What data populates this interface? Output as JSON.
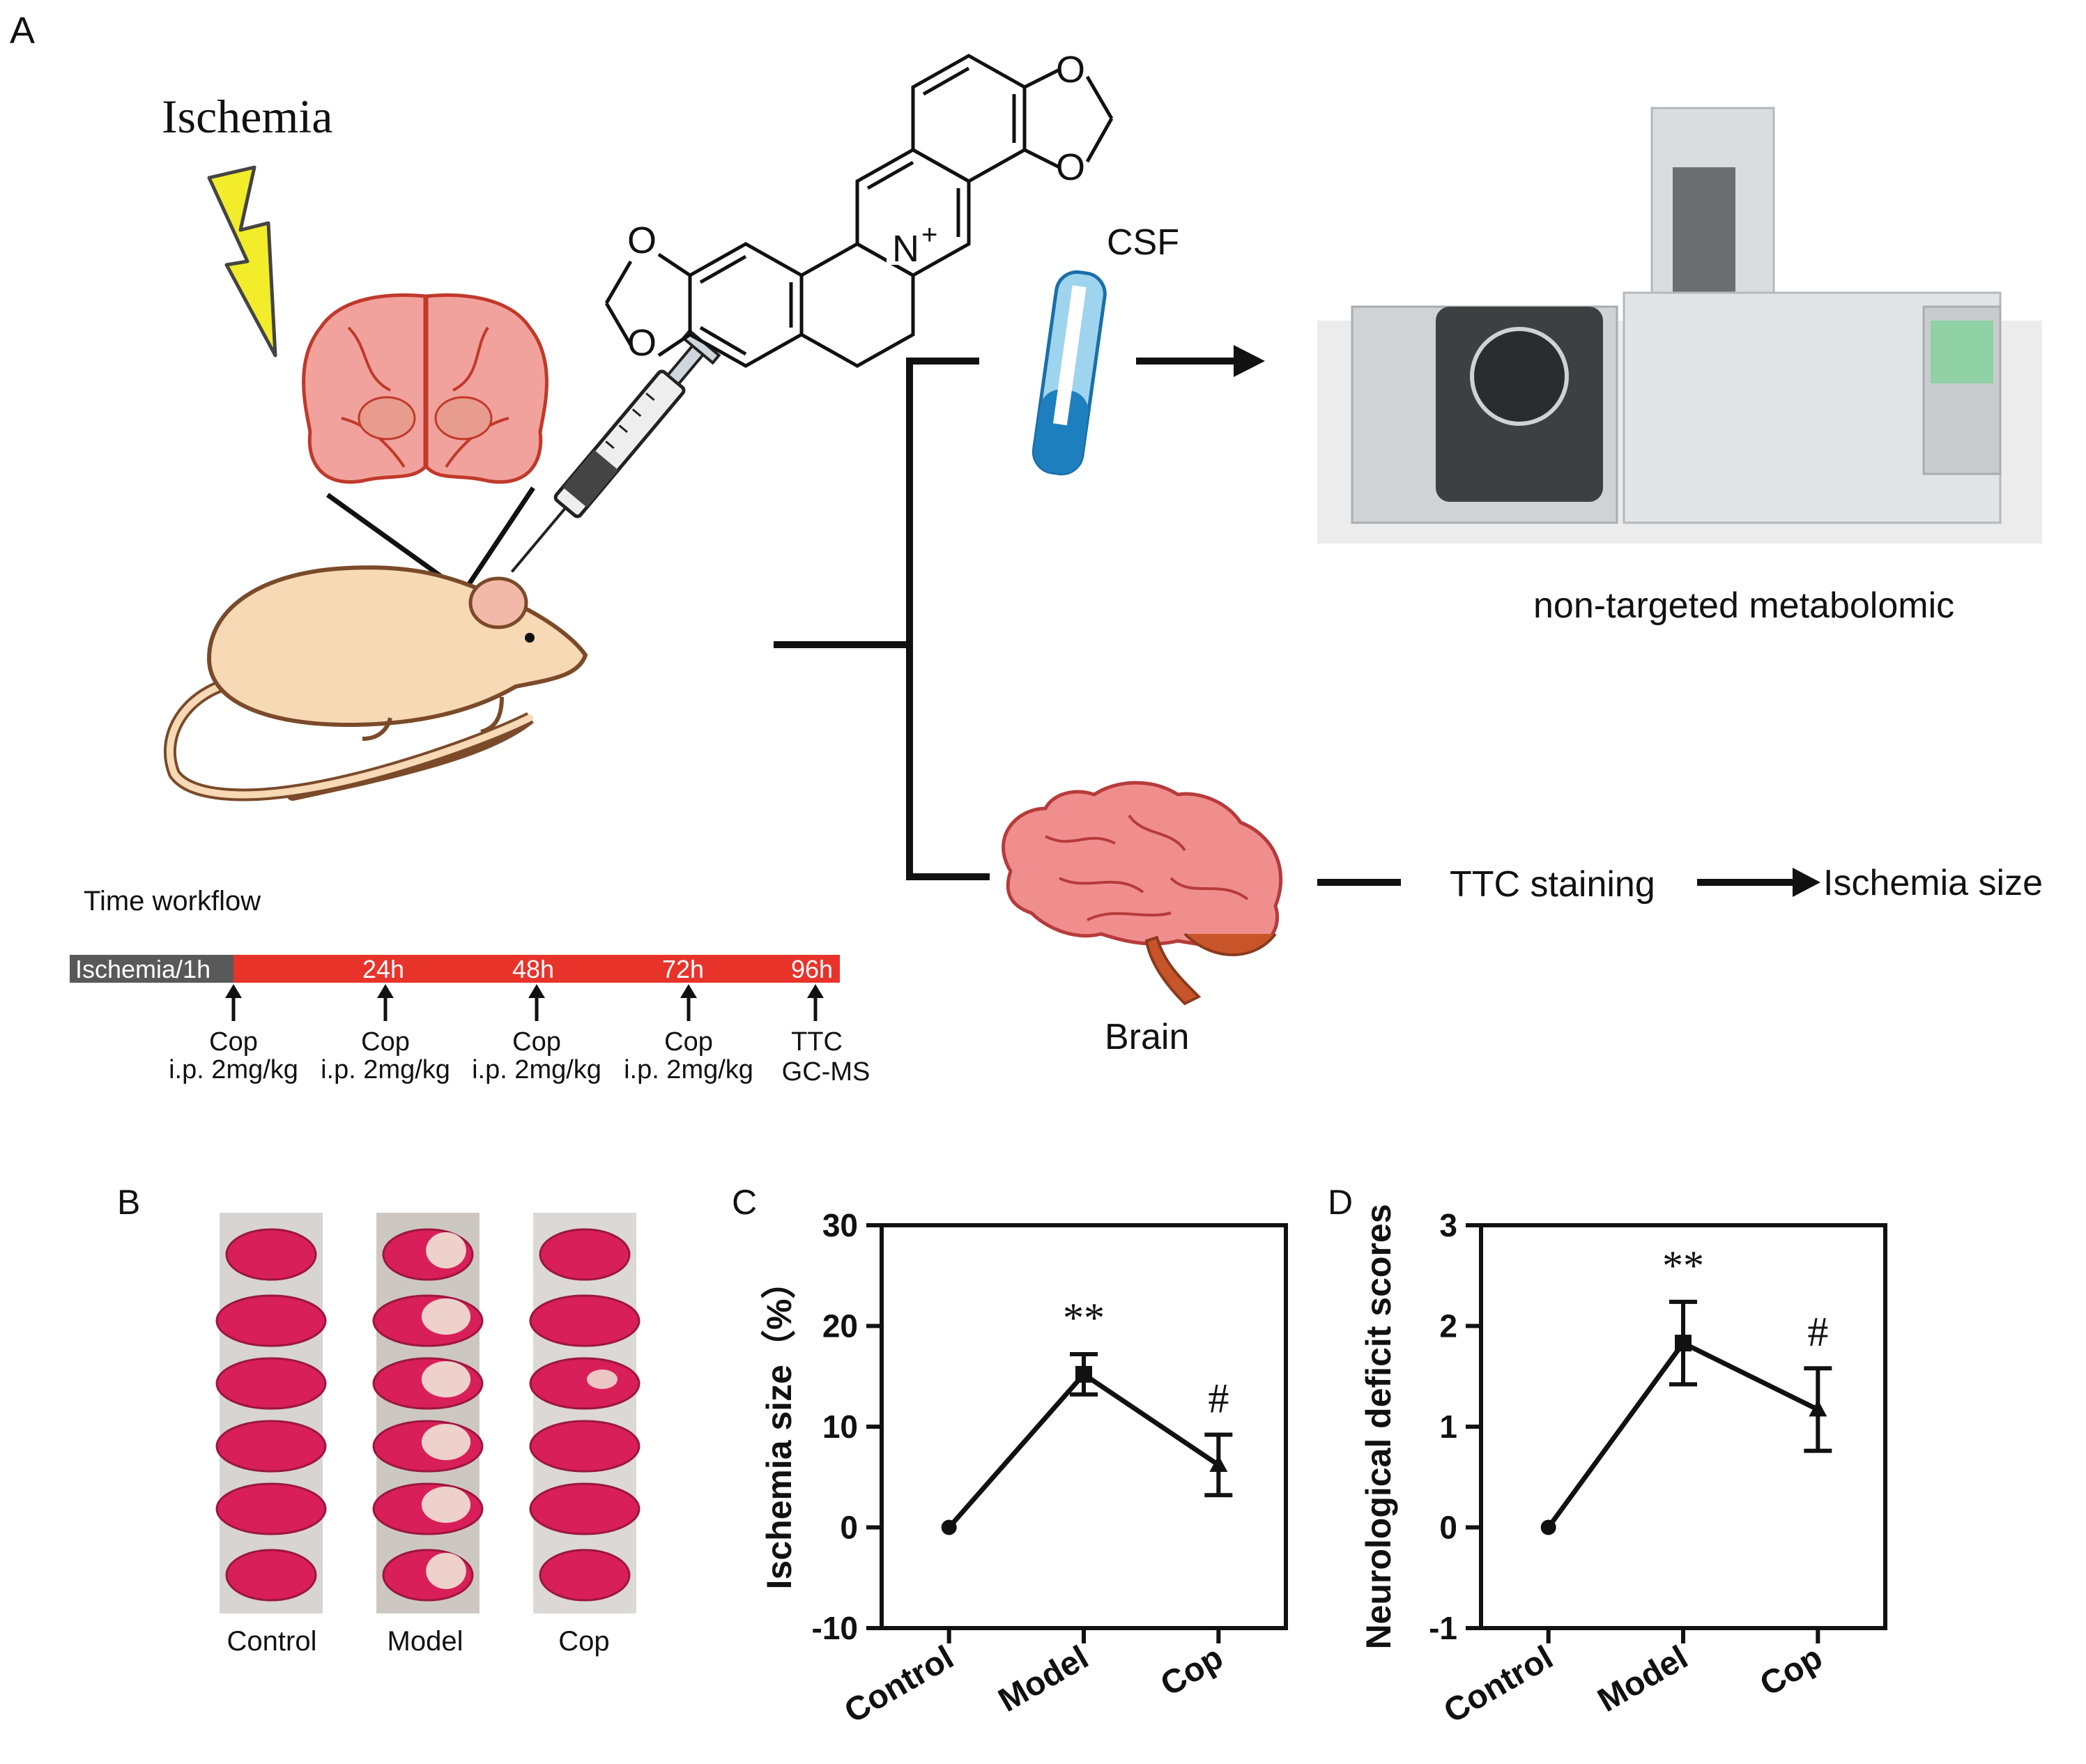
{
  "panel_labels": {
    "a": "A",
    "b": "B",
    "c": "C",
    "d": "D"
  },
  "panel_a": {
    "ischemia_label": "Ischemia",
    "csf_label": "CSF",
    "metabolomic_label": "non-targeted metabolomic",
    "brain_label": "Brain",
    "ttc_label": "TTC staining",
    "result_label": "Ischemia size",
    "compound": {
      "charge_atom": "N",
      "charge": "+",
      "oxygen": "O"
    },
    "timeline": {
      "title": "Time workflow",
      "segments": [
        "Ischemia/1h",
        "24h",
        "48h",
        "72h",
        "96h"
      ],
      "doses": [
        {
          "drug": "Cop",
          "route": "i.p. 2mg/kg"
        },
        {
          "drug": "Cop",
          "route": "i.p. 2mg/kg"
        },
        {
          "drug": "Cop",
          "route": "i.p. 2mg/kg"
        },
        {
          "drug": "Cop",
          "route": "i.p. 2mg/kg"
        },
        {
          "drug": "TTC",
          "route": "GC-MS"
        }
      ],
      "colors": {
        "ischemia": "#595959",
        "treatment": "#e8332b"
      }
    }
  },
  "panel_b": {
    "groups": [
      "Control",
      "Model",
      "Cop"
    ]
  },
  "chart_data": [
    {
      "type": "line",
      "panel": "C",
      "ylabel": "Ischemia size（%）",
      "categories": [
        "Control",
        "Model",
        "Cop"
      ],
      "values": [
        0,
        15.2,
        6.2
      ],
      "errors": [
        0,
        2.0,
        3.0
      ],
      "markers": [
        "circle",
        "square",
        "triangle"
      ],
      "significance": [
        "",
        "**",
        "#"
      ],
      "ylim": [
        -10,
        30
      ],
      "yticks": [
        -10,
        0,
        10,
        20,
        30
      ]
    },
    {
      "type": "line",
      "panel": "D",
      "ylabel": "Neurological deficit scores",
      "categories": [
        "Control",
        "Model",
        "Cop"
      ],
      "values": [
        0,
        1.83,
        1.17
      ],
      "errors": [
        0,
        0.41,
        0.41
      ],
      "markers": [
        "circle",
        "square",
        "triangle"
      ],
      "significance": [
        "",
        "**",
        "#"
      ],
      "ylim": [
        -1,
        3
      ],
      "yticks": [
        -1,
        0,
        1,
        2,
        3
      ]
    }
  ],
  "colors": {
    "brain_pink": "#f2a29c",
    "brain_vessel": "#c0392b",
    "rat_body": "#f7d9b5",
    "rat_outline": "#7a4a2a",
    "lightning": "#f2ec2a",
    "instrument_grey": "#d9dde0"
  }
}
